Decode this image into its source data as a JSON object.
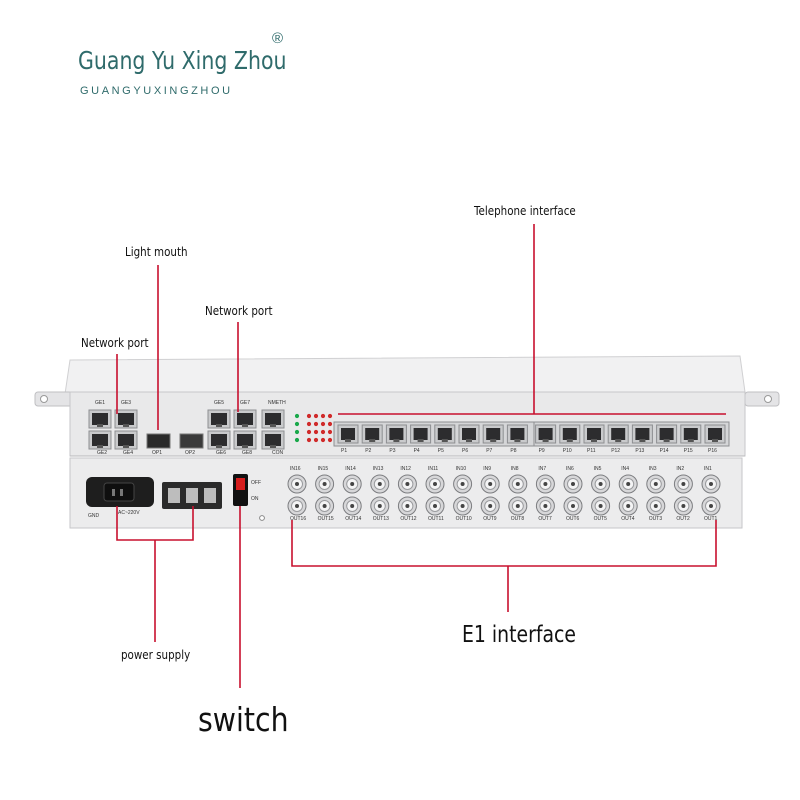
{
  "brand": {
    "name": "Guang Yu Xing Zhou",
    "registered": "®",
    "subtitle": "GUANGYUXINGZHOU"
  },
  "callouts": {
    "telephone_interface": "Telephone interface",
    "light_mouth": "Light mouth",
    "network_port_left": "Network port",
    "network_port_mid": "Network port",
    "power_supply": "power supply",
    "switch": "switch",
    "e1_interface": "E1 interface"
  },
  "panel_labels": {
    "ge_top": [
      "GE1",
      "GE3",
      "GE5",
      "GE7"
    ],
    "ge_bottom": [
      "GE2",
      "GE4",
      "GE6",
      "GE8"
    ],
    "nmeth": "NMETH",
    "con": "CON",
    "op1": "OP1",
    "op2": "OP2",
    "phone_ports": [
      "P1",
      "P2",
      "P3",
      "P4",
      "P5",
      "P6",
      "P7",
      "P8",
      "P9",
      "P10",
      "P11",
      "P12",
      "P13",
      "P14",
      "P15",
      "P16"
    ],
    "e1_in": [
      "IN16",
      "IN15",
      "IN14",
      "IN13",
      "IN12",
      "IN11",
      "IN10",
      "IN9",
      "IN8",
      "IN7",
      "IN6",
      "IN5",
      "IN4",
      "IN3",
      "IN2",
      "IN1"
    ],
    "e1_out": [
      "OUT16",
      "OUT15",
      "OUT14",
      "OUT13",
      "OUT12",
      "OUT11",
      "OUT10",
      "OUT9",
      "OUT8",
      "OUT7",
      "OUT6",
      "OUT5",
      "OUT4",
      "OUT3",
      "OUT2",
      "OUT1"
    ],
    "switch_off": "OFF",
    "switch_on": "ON",
    "power_rating": "AC~220V",
    "ground": "GND"
  },
  "colors": {
    "callout_line": "#c8102e",
    "brand": "#2f6b6b",
    "chassis": "#e9e9ea"
  }
}
